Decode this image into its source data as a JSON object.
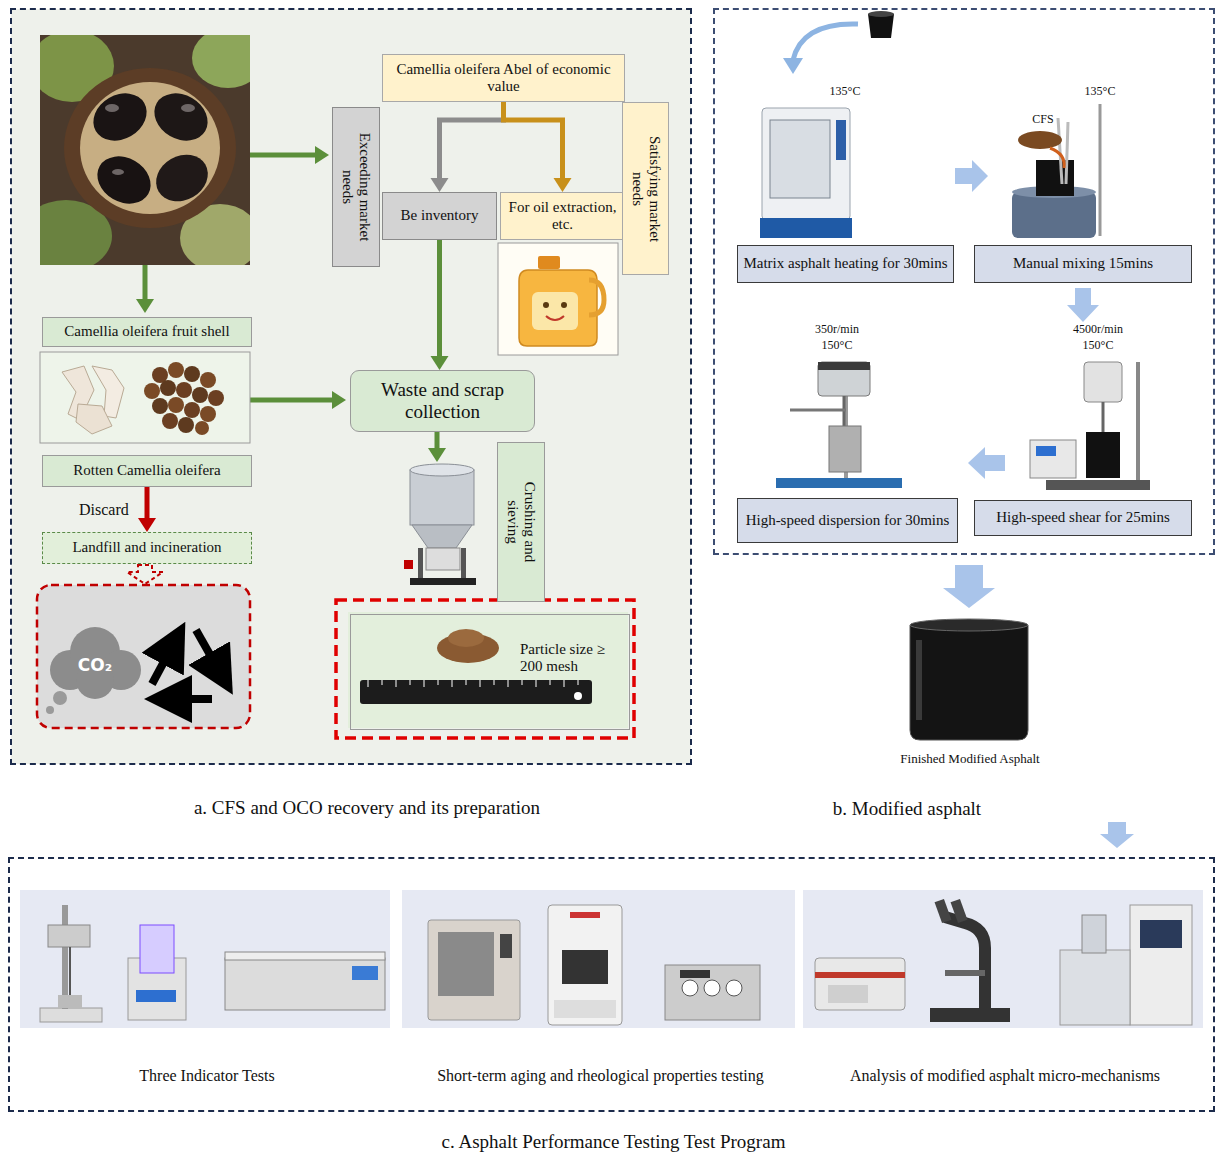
{
  "diagram": {
    "nodes": [
      {
        "text": [
          "a. CFS and OCO recovery and its preparation"
        ]
      },
      {
        "text": [
          "Camellia oleifera Abel of economic value"
        ],
        "in": 0
      },
      {
        "text": [
          "Exceeding market needs"
        ],
        "in": 0
      },
      {
        "text": [
          "Be inventory"
        ],
        "in": 0
      },
      {
        "text": [
          "For oil extraction, etc."
        ],
        "in": 0
      },
      {
        "text": [
          "Satisfying market needs"
        ],
        "in": 0
      },
      {
        "text": [
          "Camellia oleifera fruit shell"
        ],
        "in": 0
      },
      {
        "text": [
          "Rotten Camellia oleifera"
        ],
        "in": 0
      },
      {
        "text": [
          "Landfill and incineration"
        ],
        "in": 0
      },
      {
        "text": [
          "Waste and scrap collection"
        ],
        "in": 0
      },
      {
        "text": [
          "Crushing and sieving"
        ],
        "in": 0
      },
      {
        "text": [
          "Particle size ≥ 200 mesh"
        ],
        "in": 0
      },
      {
        "text": [
          "b. Modified asphalt"
        ]
      },
      {
        "text": [
          "Matrix asphalt heating for 30mins"
        ],
        "in": 12
      },
      {
        "text": [
          "Manual mixing 15mins"
        ],
        "in": 12
      },
      {
        "text": [
          "High-speed shear for 25mins"
        ],
        "in": 12
      },
      {
        "text": [
          "High-speed dispersion for 30mins"
        ],
        "in": 12
      },
      {
        "text": [
          "c. Asphalt Performance Testing Test Program"
        ]
      },
      {
        "text": [
          "Three Indicator Tests"
        ],
        "in": 17
      },
      {
        "text": [
          "Short-term aging and rheological properties testing"
        ],
        "in": 17
      },
      {
        "text": [
          "Analysis of modified asphalt micro-mechanisms"
        ],
        "in": 17
      }
    ],
    "edges": [
      {
        "from": 1,
        "to": 3,
        "arrow": "to"
      },
      {
        "from": 1,
        "to": 4,
        "arrow": "to"
      },
      {
        "from": 3,
        "to": 9,
        "arrow": "to"
      },
      {
        "from": 7,
        "to": 8,
        "label": "Discard",
        "arrow": "to"
      }
    ],
    "labels": [
      "135°C",
      "135°C",
      "CFS",
      "350r/min",
      "150°C",
      "4500r/min",
      "150°C",
      "Finished Modified Asphalt",
      "CO₂"
    ]
  }
}
